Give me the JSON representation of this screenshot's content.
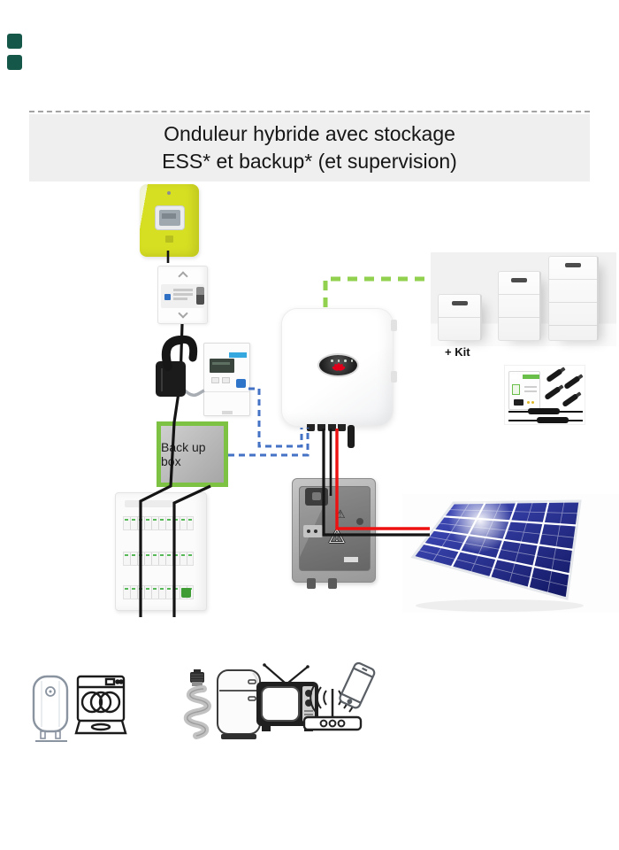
{
  "title": {
    "line1": "Onduleur hybride avec stockage",
    "line2": "ESS* et backup* (et supervision)"
  },
  "labels": {
    "backup_box": "Back up box",
    "battery_kit": "+ Kit"
  },
  "colors": {
    "page_bg": "#ffffff",
    "banner_bg": "#efefef",
    "banner_text": "#161616",
    "swatch_teal": "#15584a",
    "linky_yellow": "#d7df23",
    "accent_green": "#7dc243",
    "dash_green": "#92d050",
    "wire_blue": "#4472c4",
    "wire_red": "#ee1111",
    "wire_black": "#141414"
  },
  "components": [
    "linky-smart-meter",
    "main-circuit-breaker",
    "ct-current-clamp",
    "din-energy-meter",
    "backup-box",
    "hybrid-inverter",
    "battery-stacks",
    "connection-kit",
    "dc-protection-box",
    "solar-panel",
    "distribution-board"
  ],
  "appliance_icons": [
    "water-heater-icon",
    "dishwasher-icon",
    "cfl-bulb-icon",
    "refrigerator-icon",
    "tv-icon",
    "wifi-router-icon",
    "smartphone-icon"
  ]
}
